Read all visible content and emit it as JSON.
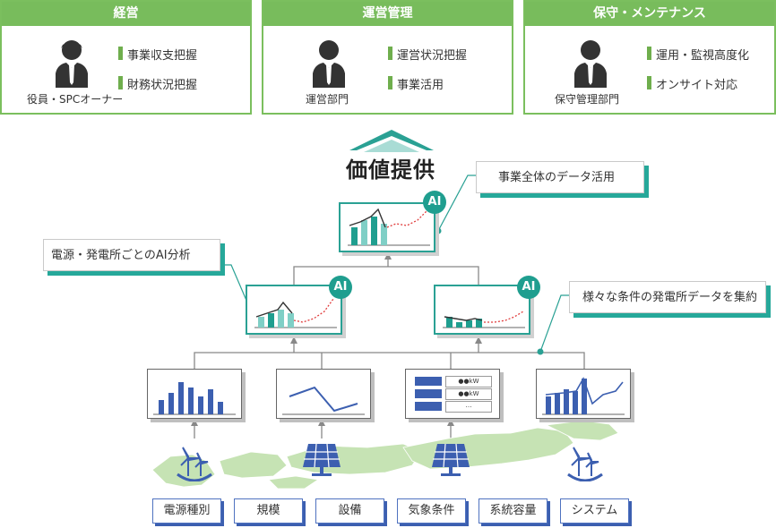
{
  "stakeholders": [
    {
      "header": "経営",
      "role": "役員・SPCオーナー",
      "items": [
        "事業収支把握",
        "財務状況把握"
      ]
    },
    {
      "header": "運営管理",
      "role": "運営部門",
      "items": [
        "運営状況把握",
        "事業活用"
      ]
    },
    {
      "header": "保守・メンテナンス",
      "role": "保守管理部門",
      "items": [
        "運用・監視高度化",
        "オンサイト対応"
      ]
    }
  ],
  "value_title": "価値提供",
  "ai_badge": "AI",
  "callouts": {
    "business_wide": "事業全体のデータ活用",
    "per_plant": "電源・発電所ごとのAI分析",
    "aggregate": "様々な条件の発電所データを集約"
  },
  "data_panel": {
    "rows": [
      "●●kW",
      "●●kW",
      "…"
    ]
  },
  "data_sources": [
    "電源種別",
    "規模",
    "設備",
    "気象条件",
    "系統容量",
    "システム"
  ],
  "colors": {
    "green_header": "#78bc5c",
    "teal": "#2aa194",
    "blue": "#3c5fb0",
    "red_dotted": "#e03c3c"
  }
}
